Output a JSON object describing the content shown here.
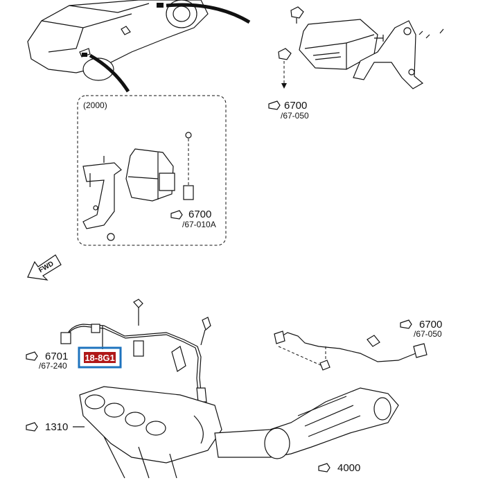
{
  "inset": {
    "label": "(2000)"
  },
  "direction_label": "FWD",
  "callouts": [
    {
      "key": "c6700a",
      "code": "6700",
      "ref": "/67-050"
    },
    {
      "key": "c6700b",
      "code": "6700",
      "ref": "/67-010A"
    },
    {
      "key": "c6701",
      "code": "6701",
      "ref": "/67-240"
    },
    {
      "key": "c6700c",
      "code": "6700",
      "ref": "/67-050"
    },
    {
      "key": "c1310",
      "code": "1310",
      "ref": ""
    },
    {
      "key": "c4000",
      "code": "4000",
      "ref": ""
    }
  ],
  "highlighted_part": {
    "number": "18-8G1",
    "box_color": "#1e73be",
    "fill_color": "#b01818"
  }
}
